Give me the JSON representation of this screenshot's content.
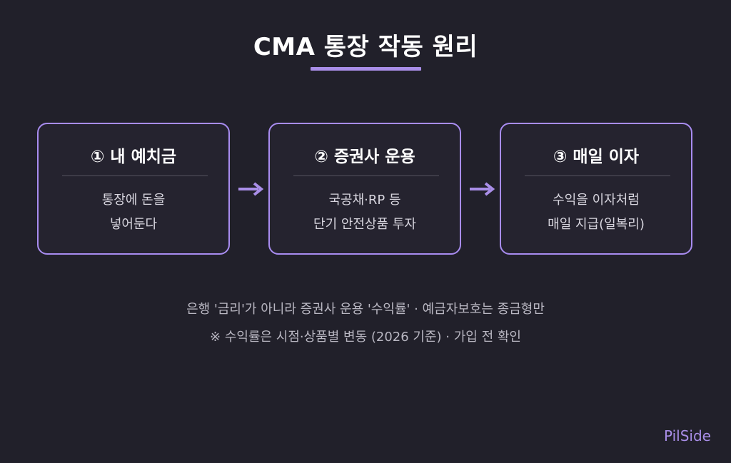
{
  "title": "CMA 통장 작동 원리",
  "steps": [
    {
      "title": "① 내 예치금",
      "desc": [
        "통장에 돈을",
        "넣어둔다"
      ]
    },
    {
      "title": "② 증권사 운용",
      "desc": [
        "국공채·RP 등",
        "단기 안전상품 투자"
      ]
    },
    {
      "title": "③ 매일 이자",
      "desc": [
        "수익을 이자처럼",
        "매일 지급(일복리)"
      ]
    }
  ],
  "arrow_icon": "right-arrow-icon",
  "notes": [
    "은행 '금리'가 아니라 증권사 운용 '수익률' · 예금자보호는 종금형만",
    "※ 수익률은 시점·상품별 변동 (2026 기준) · 가입 전 확인"
  ],
  "brand": "PilSide",
  "colors": {
    "background": "#21202a",
    "accent": "#a98ee8",
    "box_border": "#a88cf0",
    "text": "#ffffff",
    "muted_text": "#b9b7c2"
  }
}
